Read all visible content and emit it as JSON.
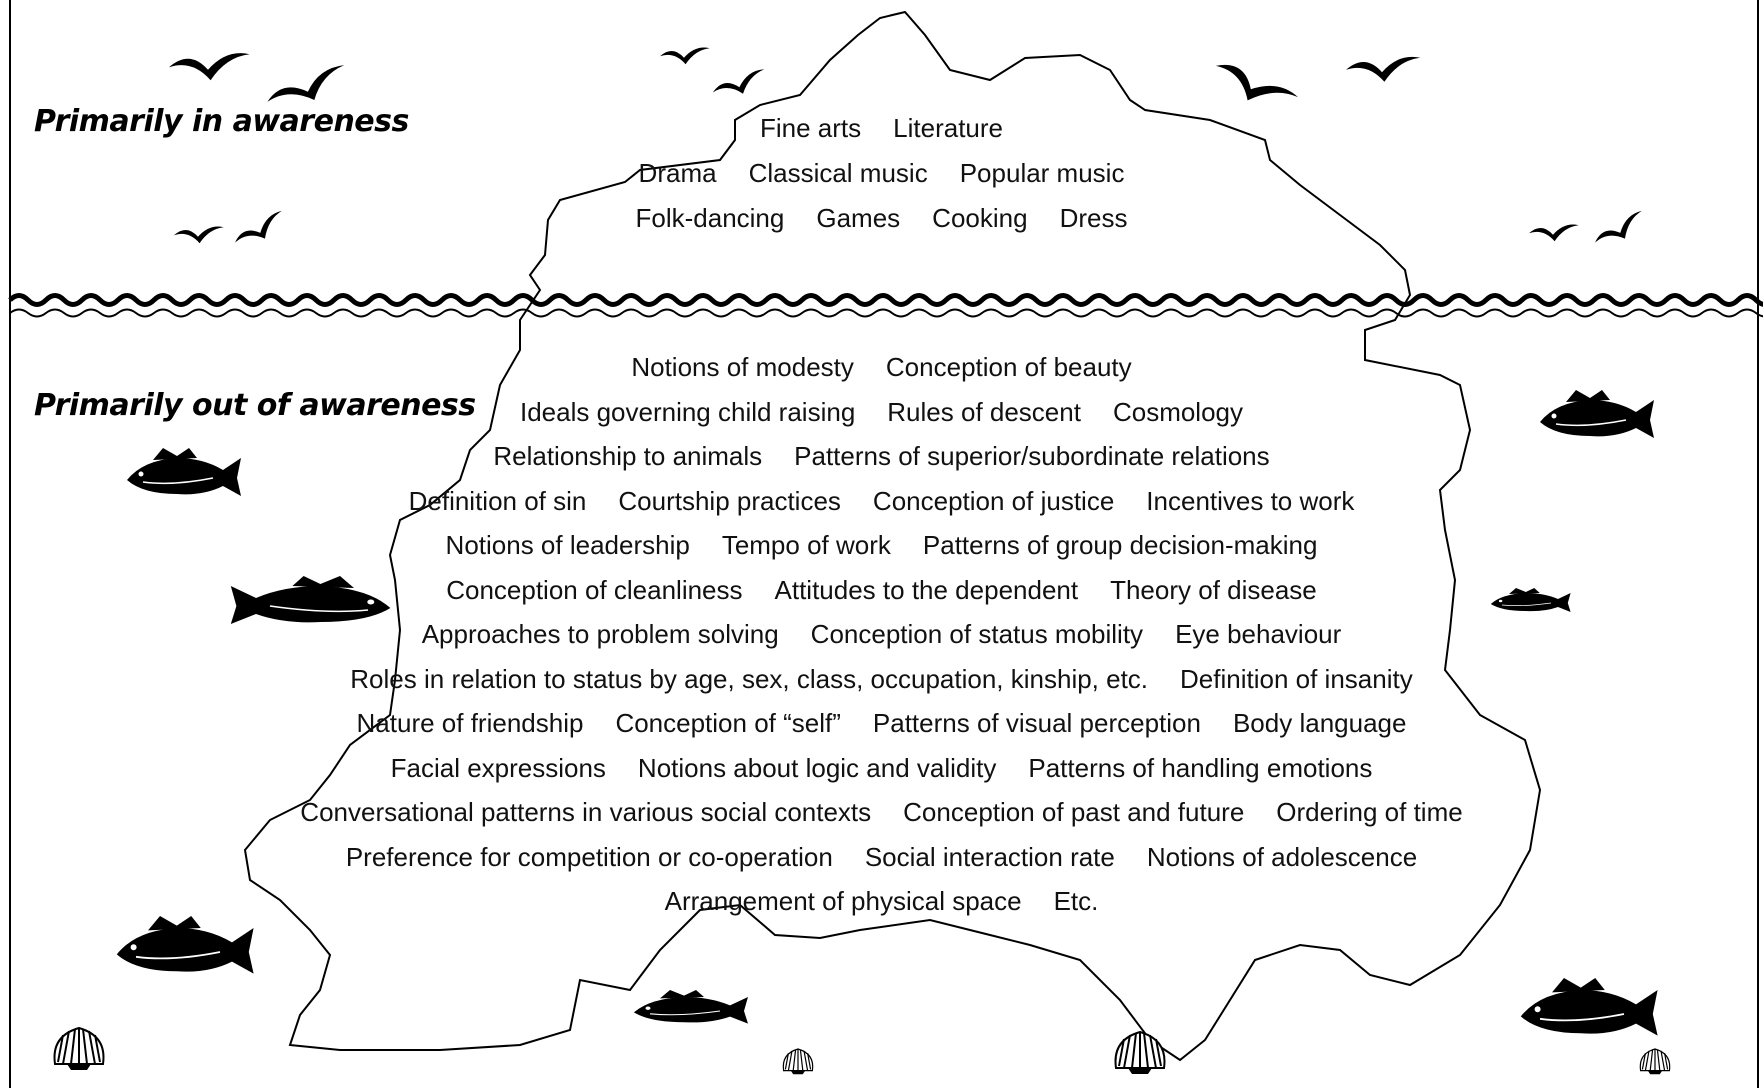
{
  "labels": {
    "above": "Primarily in awareness",
    "below": "Primarily out of awareness"
  },
  "above_waterline": [
    [
      "Fine arts",
      "Literature"
    ],
    [
      "Drama",
      "Classical music",
      "Popular music"
    ],
    [
      "Folk-dancing",
      "Games",
      "Cooking",
      "Dress"
    ]
  ],
  "below_waterline": [
    [
      "Notions of modesty",
      "Conception of beauty"
    ],
    [
      "Ideals governing child raising",
      "Rules of descent",
      "Cosmology"
    ],
    [
      "Relationship to animals",
      "Patterns of superior/subordinate relations"
    ],
    [
      "Definition of sin",
      "Courtship practices",
      "Conception of justice",
      "Incentives to work"
    ],
    [
      "Notions of leadership",
      "Tempo of work",
      "Patterns of group decision-making"
    ],
    [
      "Conception of cleanliness",
      "Attitudes to the dependent",
      "Theory of disease"
    ],
    [
      "Approaches to problem solving",
      "Conception of status mobility",
      "Eye behaviour"
    ],
    [
      "Roles in relation to status by age, sex, class, occupation, kinship, etc.",
      "Definition of insanity"
    ],
    [
      "Nature of friendship",
      "Conception of “self”",
      "Patterns of visual perception",
      "Body language"
    ],
    [
      "Facial expressions",
      "Notions about logic and validity",
      "Patterns of handling emotions"
    ],
    [
      "Conversational patterns in various social contexts",
      "Conception of past and future",
      "Ordering of time"
    ],
    [
      "Preference for competition or co-operation",
      "Social interaction rate",
      "Notions of adolescence"
    ],
    [
      "Arrangement of physical space",
      "Etc."
    ]
  ],
  "icons": [
    "bird-icon",
    "fish-icon",
    "shell-icon",
    "wave-icon",
    "iceberg-outline"
  ],
  "colors": {
    "ink": "#000000",
    "background": "#ffffff"
  }
}
